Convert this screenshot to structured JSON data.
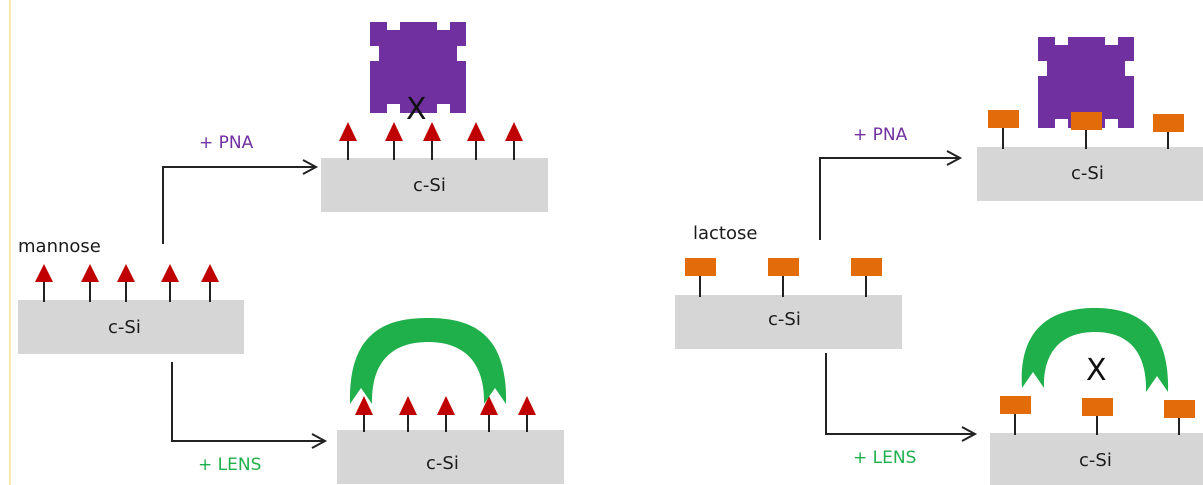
{
  "colors": {
    "surface": "#d6d6d6",
    "arrow": "#222222",
    "mannose": "#c00000",
    "lactose": "#e26b0a",
    "pna": "#7030a0",
    "lens": "#1fb04b",
    "pna_label": "#7030a0",
    "lens_label": "#1fb04b",
    "left_edge": "#f5e9a8"
  },
  "icons": {
    "mannose": "red-triangle-icon",
    "lactose": "orange-rectangle-icon",
    "pna": "purple-cross-lectin-icon",
    "lens": "green-arc-lectin-icon"
  },
  "left": {
    "sugar": "mannose",
    "surface": "c-Si",
    "top": {
      "reagent": "+ PNA",
      "surface": "c-Si",
      "no_binding": "X"
    },
    "bottom": {
      "reagent": "+ LENS",
      "surface": "c-Si"
    }
  },
  "right": {
    "sugar": "lactose",
    "surface": "c-Si",
    "top": {
      "reagent": "+ PNA",
      "surface": "c-Si"
    },
    "bottom": {
      "reagent": "+ LENS",
      "surface": "c-Si",
      "no_binding": "X"
    }
  }
}
